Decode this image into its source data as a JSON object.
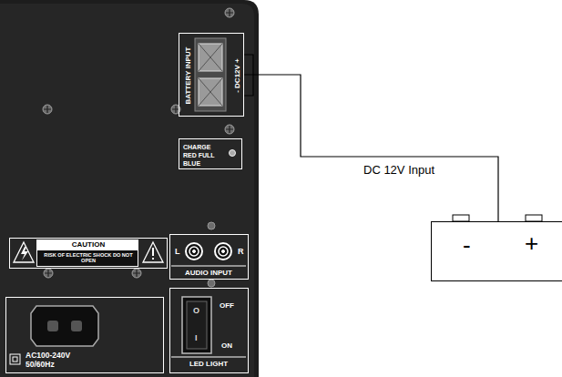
{
  "diagram": {
    "nodes": [
      {
        "text": [
          "BATTERY INPUT",
          "- DC12V +"
        ]
      },
      {
        "text": [
          "CHARGE RED FULL BLUE"
        ]
      },
      {
        "text": [
          "CAUTION",
          "RISK OF ELECTRIC SHOCK DO NOT OPEN"
        ]
      },
      {
        "text": [
          "L",
          "R",
          "AUDIO INPUT"
        ]
      },
      {
        "text": [
          "OFF",
          "ON",
          "LED LIGHT"
        ]
      },
      {
        "text": [
          "AC100-240V 50/60Hz"
        ]
      },
      {
        "text": [
          "-",
          "+"
        ]
      }
    ],
    "edges": [
      {
        "from": 0,
        "to": 6,
        "label": "DC 12V Input",
        "arrow": "none"
      }
    ],
    "labels": [
      "O",
      "I"
    ]
  }
}
